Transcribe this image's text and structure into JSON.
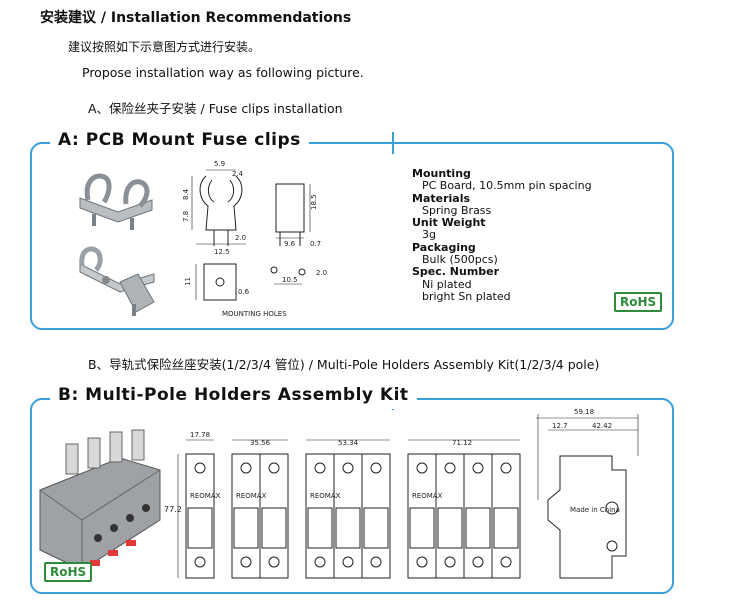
{
  "header": {
    "title": "安装建议  / Installation Recommendations",
    "cn_note": "建议按照如下示意图方式进行安装。",
    "en_note": "Propose installation way as following picture.",
    "section_a_label": "A、保险丝夹子安装  / Fuse clips installation",
    "section_b_label": "B、导轨式保险丝座安装(1/2/3/4 管位) / Multi-Pole Holders Assembly Kit(1/2/3/4 pole)"
  },
  "panel_a": {
    "title": "A: PCB Mount Fuse clips",
    "mounting_holes_label": "MOUNTING HOLES",
    "dims": [
      "5.9",
      "2.4",
      "8.4",
      "7.8",
      "2.0",
      "12.5",
      "18.5",
      "9.6",
      "0.7",
      "11",
      "10.5",
      "2.0",
      "0.6"
    ],
    "specs": [
      {
        "key": "Mounting",
        "values": [
          "PC Board, 10.5mm pin spacing"
        ]
      },
      {
        "key": "Materials",
        "values": [
          "Spring Brass"
        ]
      },
      {
        "key": "Unit Weight",
        "values": [
          "3g"
        ]
      },
      {
        "key": "Packaging",
        "values": [
          "Bulk (500pcs)"
        ]
      },
      {
        "key": "Spec. Number",
        "values": [
          "Ni plated",
          "bright Sn plated"
        ]
      }
    ],
    "rohs": "RoHS"
  },
  "panel_b": {
    "title": "B: Multi-Pole Holders Assembly Kit",
    "height_dim": "77.2",
    "widths": [
      "17.78",
      "35.56",
      "53.34",
      "71.12"
    ],
    "brand": "REOMAX",
    "side_dims": [
      "59.18",
      "12.7",
      "42.42"
    ],
    "made_in": "Made in China",
    "rohs": "RoHS"
  },
  "colors": {
    "accent": "#3aa0d8",
    "rohs": "#2e8b3a"
  }
}
